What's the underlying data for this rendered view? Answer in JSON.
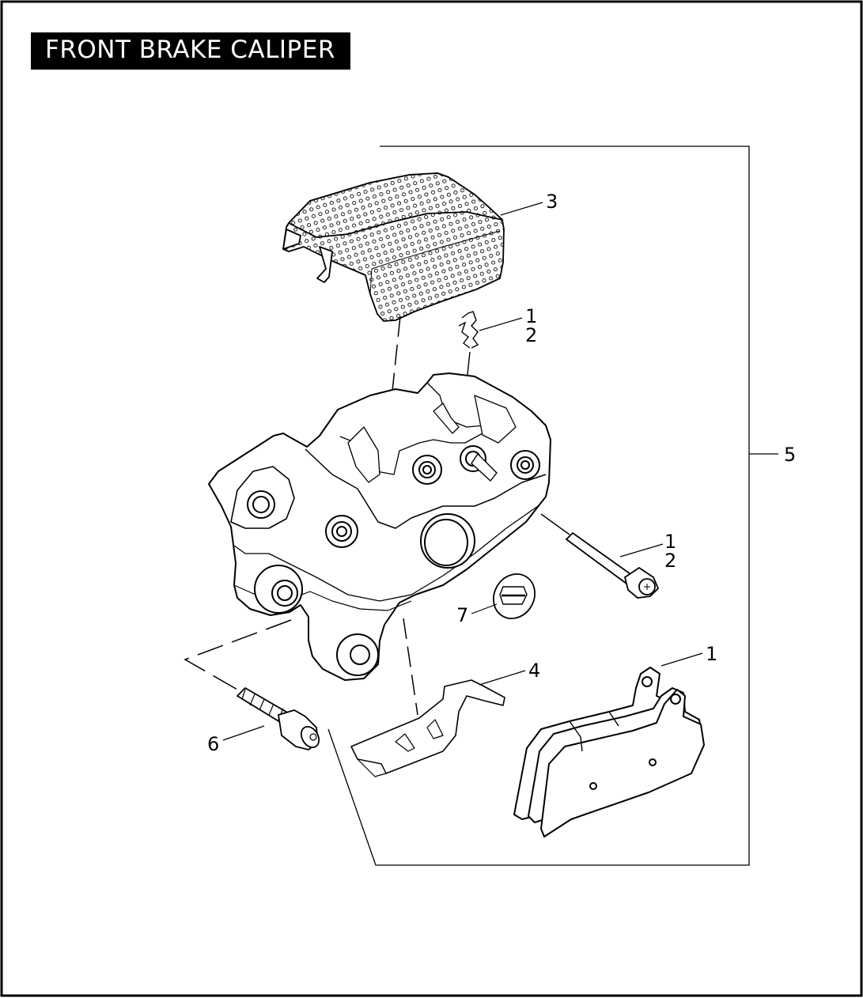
{
  "title": "FRONT BRAKE CALIPER",
  "callouts": {
    "c3": "3",
    "c1a": "1",
    "c2a": "2",
    "c5": "5",
    "c1b": "1",
    "c2b": "2",
    "c7": "7",
    "c4": "4",
    "c1c": "1",
    "c6": "6"
  },
  "colors": {
    "line": "#000000",
    "background": "#ffffff"
  }
}
